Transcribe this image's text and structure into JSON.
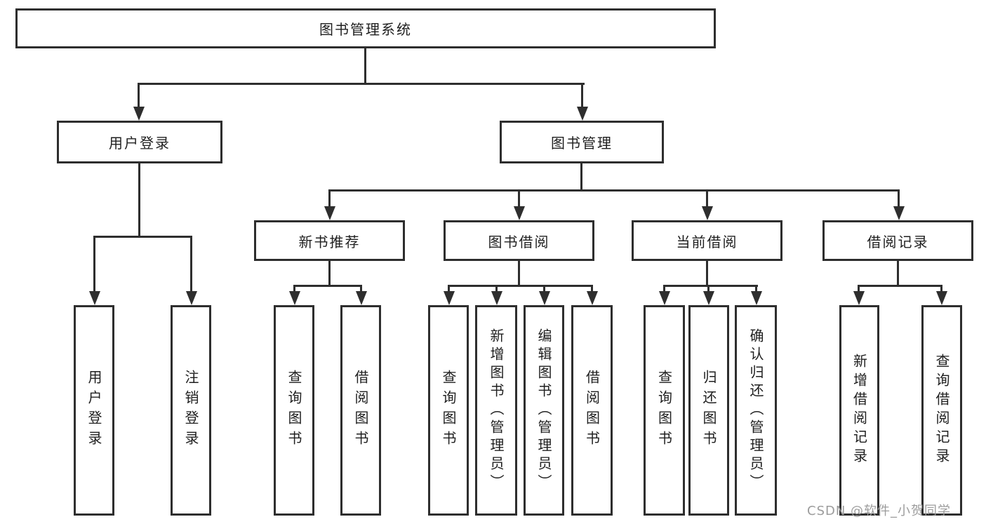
{
  "tree": {
    "label": "图书管理系统",
    "children": [
      {
        "label": "用户登录",
        "children": [
          {
            "label": "用户登录"
          },
          {
            "label": "注销登录"
          }
        ]
      },
      {
        "label": "图书管理",
        "children": [
          {
            "label": "新书推荐",
            "children": [
              {
                "label": "查询图书"
              },
              {
                "label": "借阅图书"
              }
            ]
          },
          {
            "label": "图书借阅",
            "children": [
              {
                "label": "查询图书"
              },
              {
                "label": "新增图书（管理员）"
              },
              {
                "label": "编辑图书（管理员）"
              },
              {
                "label": "借阅图书"
              }
            ]
          },
          {
            "label": "当前借阅",
            "children": [
              {
                "label": "查询图书"
              },
              {
                "label": "归还图书"
              },
              {
                "label": "确认归还（管理员）"
              }
            ]
          },
          {
            "label": "借阅记录",
            "children": [
              {
                "label": "新增借阅记录"
              },
              {
                "label": "查询借阅记录"
              }
            ]
          }
        ]
      }
    ]
  },
  "watermark": {
    "text": "CSDN @软件_小贺同学"
  },
  "colors": {
    "line": "#2e2e2e",
    "text": "#1f1f1f",
    "watermark": "#9c9c9c",
    "background": "#ffffff"
  }
}
